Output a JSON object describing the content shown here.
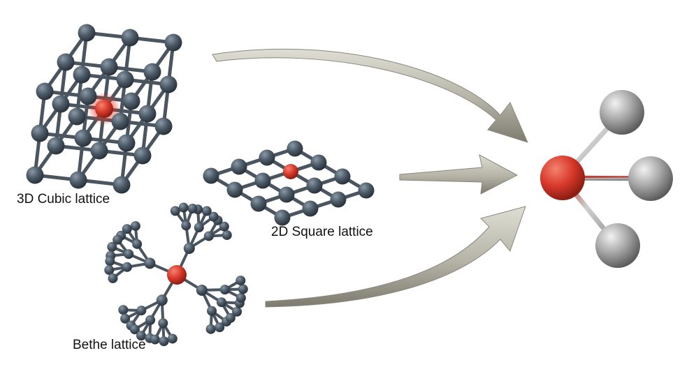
{
  "labels": {
    "cubic": "3D Cubic lattice",
    "square": "2D Square lattice",
    "bethe": "Bethe lattice"
  },
  "colors": {
    "background": "#ffffff",
    "lattice_atom": "#4b5966",
    "lattice_atom_light": "#8b98a6",
    "lattice_bond": "#4a5560",
    "center_atom": "#d8392b",
    "center_atom_light": "#f3826f",
    "arrow": "#b5b3a6",
    "arrow_dark": "#7d7b6f",
    "neighbor_atom": "#a9a9a9",
    "neighbor_atom_light": "#f2f2f2",
    "label_text": "#111111"
  },
  "icons": {
    "cubic": "3d-cubic-lattice-icon",
    "square": "2d-square-lattice-icon",
    "bethe": "bethe-lattice-icon",
    "cluster": "central-atom-cluster-icon",
    "arrow": "curved-arrow-icon"
  }
}
